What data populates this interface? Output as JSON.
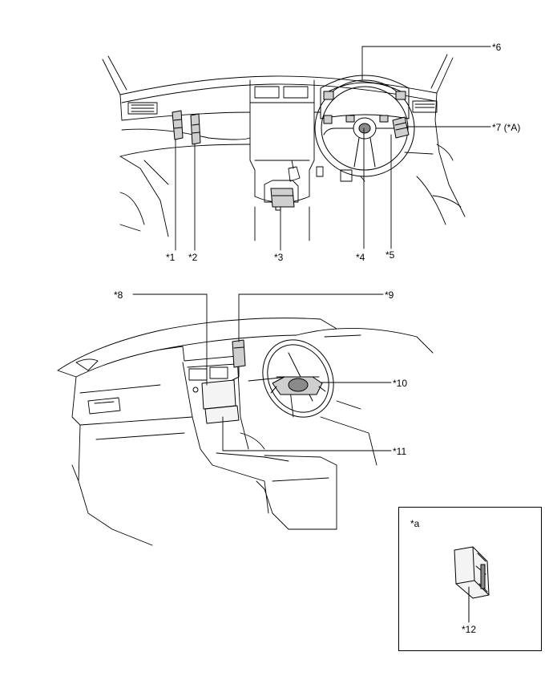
{
  "callouts": {
    "c1": "*1",
    "c2": "*2",
    "c3": "*3",
    "c4": "*4",
    "c5": "*5",
    "c6": "*6",
    "c7": "*7 (*A)",
    "c8": "*8",
    "c9": "*9",
    "c10": "*10",
    "c11": "*11",
    "c12": "*12"
  },
  "inset": {
    "label": "*a"
  },
  "colors": {
    "line": "#000000",
    "fill_light": "#f4f4f4",
    "fill_mid": "#cfcfcf",
    "fill_dark": "#8a8a8a"
  }
}
